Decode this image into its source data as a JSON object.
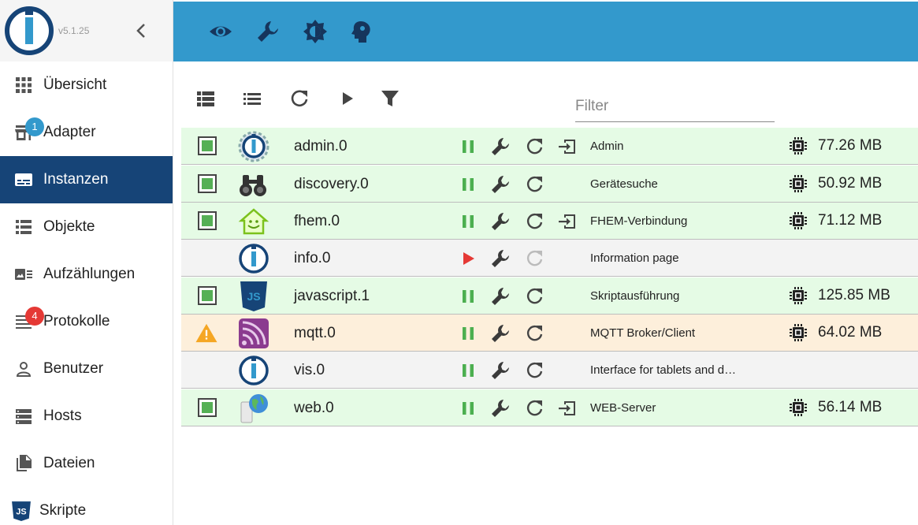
{
  "sidebar": {
    "version": "v5.1.25",
    "items": [
      {
        "label": "Übersicht",
        "icon": "apps-grid-icon",
        "badge": ""
      },
      {
        "label": "Adapter",
        "icon": "store-icon",
        "badge": "1",
        "badge_color": "#3399cc"
      },
      {
        "label": "Instanzen",
        "icon": "instances-icon",
        "badge": "",
        "active": true
      },
      {
        "label": "Objekte",
        "icon": "list-table-icon",
        "badge": ""
      },
      {
        "label": "Aufzählungen",
        "icon": "enum-icon",
        "badge": ""
      },
      {
        "label": "Protokolle",
        "icon": "log-lines-icon",
        "badge": "4",
        "badge_color": "#e53935"
      },
      {
        "label": "Benutzer",
        "icon": "user-icon",
        "badge": ""
      },
      {
        "label": "Hosts",
        "icon": "hosts-icon",
        "badge": ""
      },
      {
        "label": "Dateien",
        "icon": "files-icon",
        "badge": ""
      },
      {
        "label": "Skripte",
        "icon": "js-icon",
        "badge": ""
      }
    ]
  },
  "topbar": {
    "icons": [
      "eye-icon",
      "wrench-icon",
      "theme-brightness-icon",
      "expert-mode-icon"
    ],
    "color": "#3399cc"
  },
  "toolbar": {
    "icons": [
      "view-table-icon",
      "view-list-icon",
      "refresh-icon",
      "play-icon",
      "filter-icon"
    ],
    "filter_placeholder": "Filter"
  },
  "colors": {
    "accent": "#3399cc",
    "active_nav": "#164477",
    "running_row": "#e5fbe5",
    "stopped_row": "#f3f3f3",
    "warning_row": "#fdefdb",
    "pause_green": "#4caf50",
    "play_red": "#e53935"
  },
  "instances": [
    {
      "name": "admin.0",
      "desc": "Admin",
      "memory": "77.26 MB",
      "status": "running",
      "state": "pause",
      "open": true,
      "icon": "iobroker-admin-icon"
    },
    {
      "name": "discovery.0",
      "desc": "Gerätesuche",
      "memory": "50.92 MB",
      "status": "running",
      "state": "pause",
      "open": false,
      "icon": "binoculars-icon"
    },
    {
      "name": "fhem.0",
      "desc": "FHEM-Verbindung",
      "memory": "71.12 MB",
      "status": "running",
      "state": "pause",
      "open": true,
      "icon": "fhem-house-icon"
    },
    {
      "name": "info.0",
      "desc": "Information page",
      "memory": "",
      "status": "stopped",
      "state": "play",
      "open": false,
      "icon": "iobroker-logo-icon"
    },
    {
      "name": "javascript.1",
      "desc": "Skriptausführung",
      "memory": "125.85 MB",
      "status": "running",
      "state": "pause",
      "open": false,
      "icon": "javascript-icon"
    },
    {
      "name": "mqtt.0",
      "desc": "MQTT Broker/Client",
      "memory": "64.02 MB",
      "status": "warning",
      "state": "pause",
      "open": false,
      "icon": "mqtt-icon"
    },
    {
      "name": "vis.0",
      "desc": "Interface for tablets and d…",
      "memory": "",
      "status": "stopped",
      "state": "pause",
      "open": false,
      "icon": "iobroker-logo-icon"
    },
    {
      "name": "web.0",
      "desc": "WEB-Server",
      "memory": "56.14 MB",
      "status": "running",
      "state": "pause",
      "open": true,
      "icon": "web-server-globe-icon"
    }
  ]
}
